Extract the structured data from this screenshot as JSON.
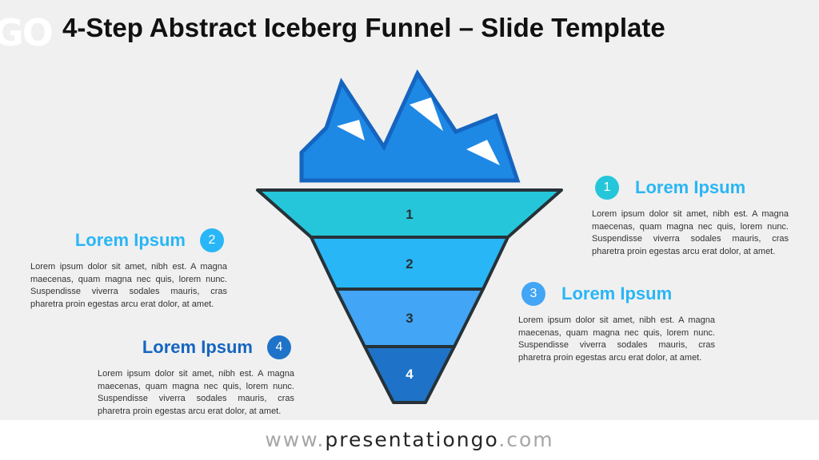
{
  "logo": {
    "text": "GO"
  },
  "title": "4-Step Abstract Iceberg Funnel – Slide Template",
  "footer": {
    "prefix": "www.",
    "brand": "presentationgo",
    "suffix": ".com"
  },
  "colors": {
    "step1": "#26c6da",
    "step2": "#29b6f6",
    "step3": "#42a5f5",
    "step4": "#1e73c8",
    "iceberg": "#1e88e5",
    "iceberg_outline": "#1565c0",
    "outline": "#263238",
    "heading_light": "#29b6f6",
    "heading_dark": "#1565c0"
  },
  "steps": [
    {
      "number": "1",
      "heading": "Lorem Ipsum",
      "body": "Lorem ipsum dolor sit amet, nibh est. A magna maecenas, quam magna nec quis, lorem nunc. Suspendisse viverra sodales mauris, cras pharetra proin egestas arcu erat dolor, at amet."
    },
    {
      "number": "2",
      "heading": "Lorem Ipsum",
      "body": "Lorem ipsum dolor sit amet, nibh est. A magna maecenas, quam magna nec quis, lorem nunc. Suspendisse viverra sodales mauris, cras pharetra proin egestas arcu erat dolor, at amet."
    },
    {
      "number": "3",
      "heading": "Lorem Ipsum",
      "body": "Lorem ipsum dolor sit amet, nibh est. A magna maecenas, quam magna nec quis, lorem nunc. Suspendisse viverra sodales mauris, cras pharetra proin egestas arcu erat dolor, at amet."
    },
    {
      "number": "4",
      "heading": "Lorem Ipsum",
      "body": "Lorem ipsum dolor sit amet, nibh est. A magna maecenas, quam magna nec quis, lorem nunc. Suspendisse viverra sodales mauris, cras pharetra proin egestas arcu erat dolor, at amet."
    }
  ]
}
